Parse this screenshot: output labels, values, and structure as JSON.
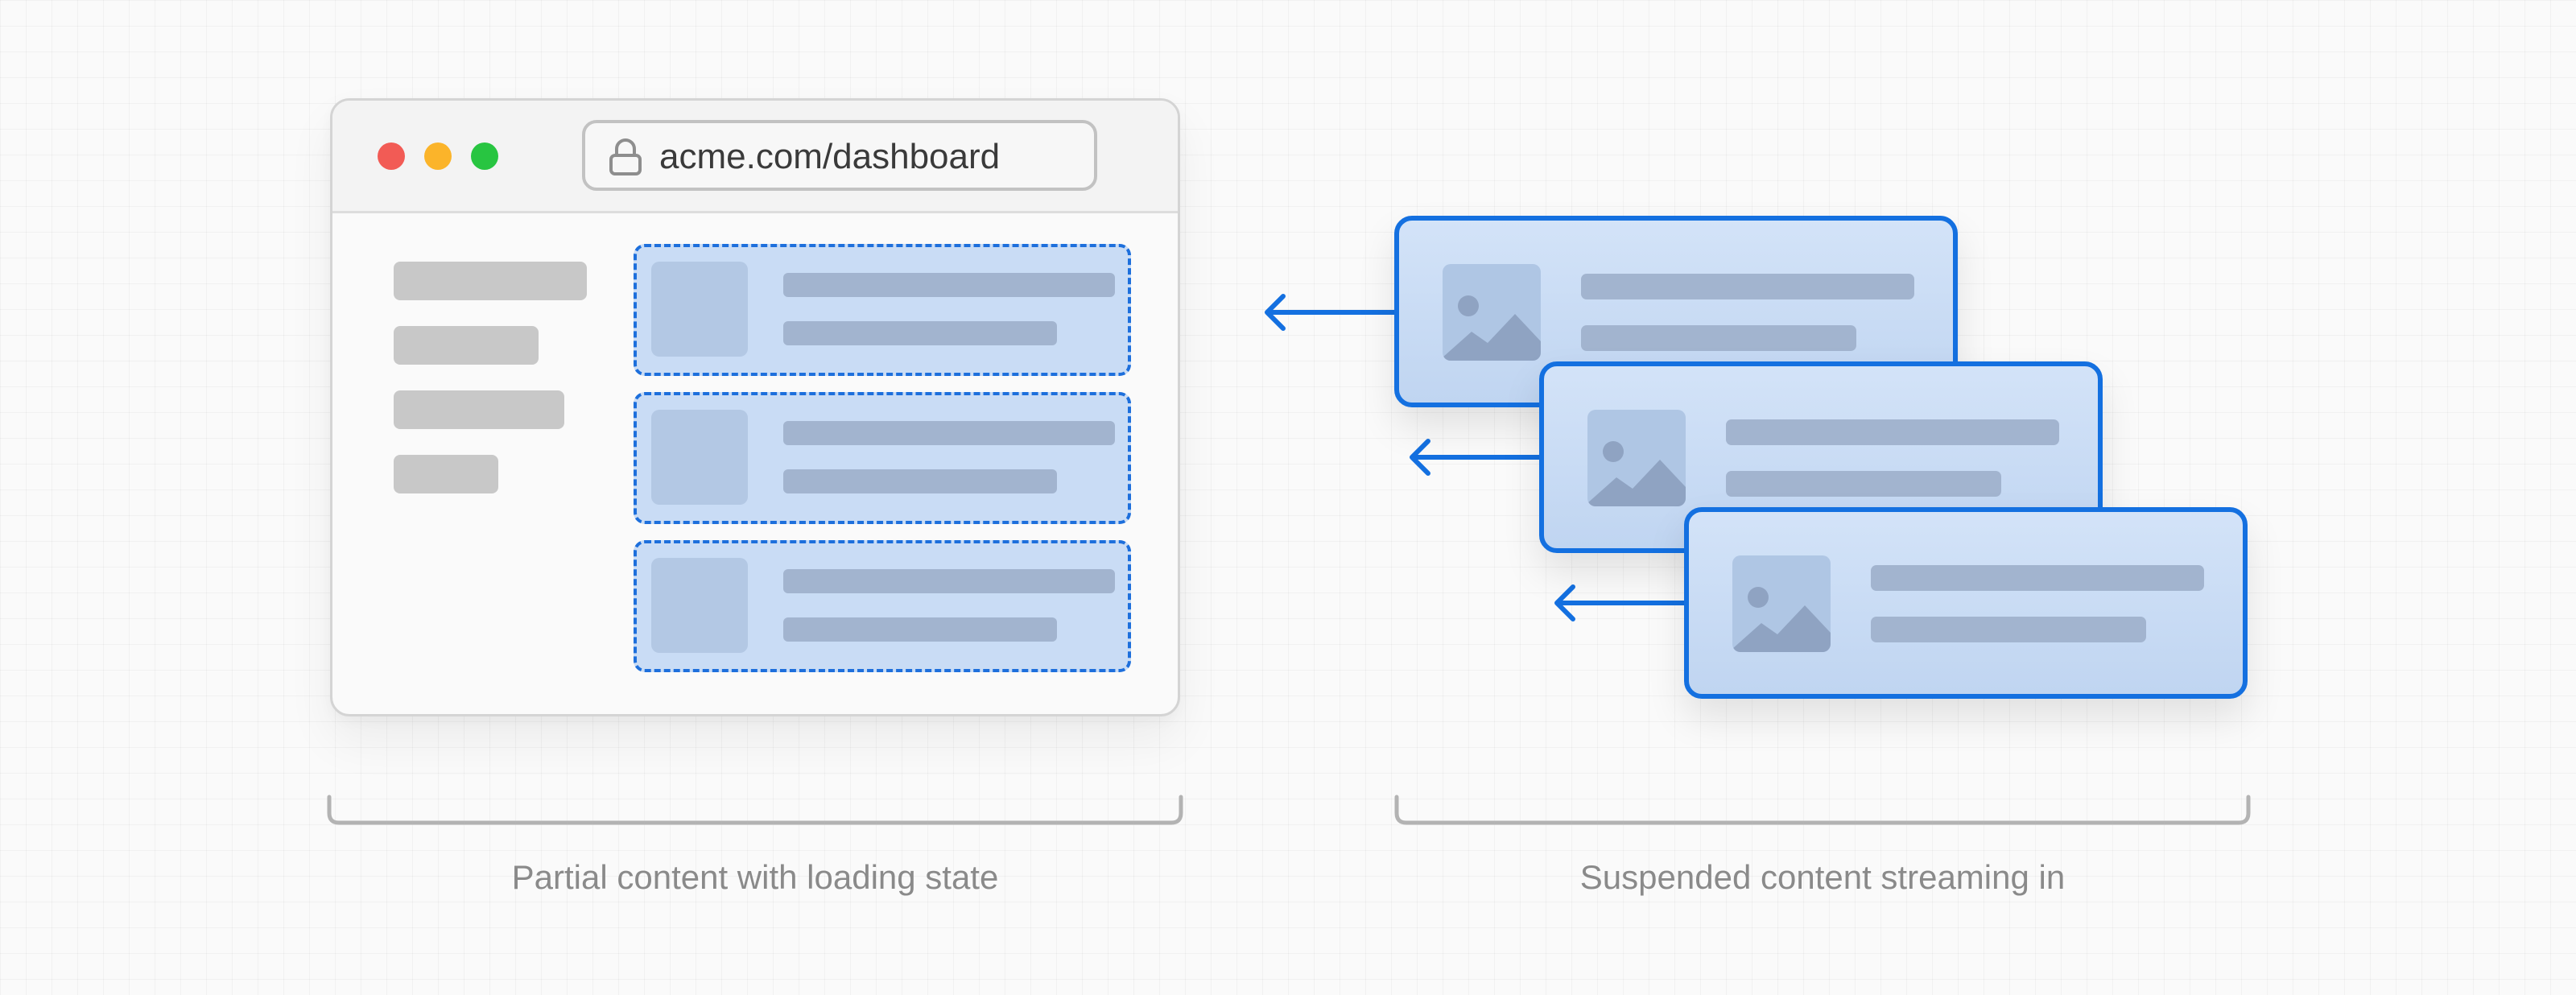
{
  "browser": {
    "address_bar": {
      "url": "acme.com/dashboard",
      "icon": "lock-icon"
    },
    "window_controls": {
      "close_color": "#f25b55",
      "minimize_color": "#fbb42a",
      "maximize_color": "#28c541"
    },
    "sidebar_placeholder_count": 4,
    "skeleton_row_count": 3
  },
  "streaming_cards": {
    "count": 3,
    "icon": "image-icon",
    "accent_color": "#1470e0"
  },
  "captions": {
    "left": "Partial content with loading state",
    "right": "Suspended content streaming in"
  }
}
